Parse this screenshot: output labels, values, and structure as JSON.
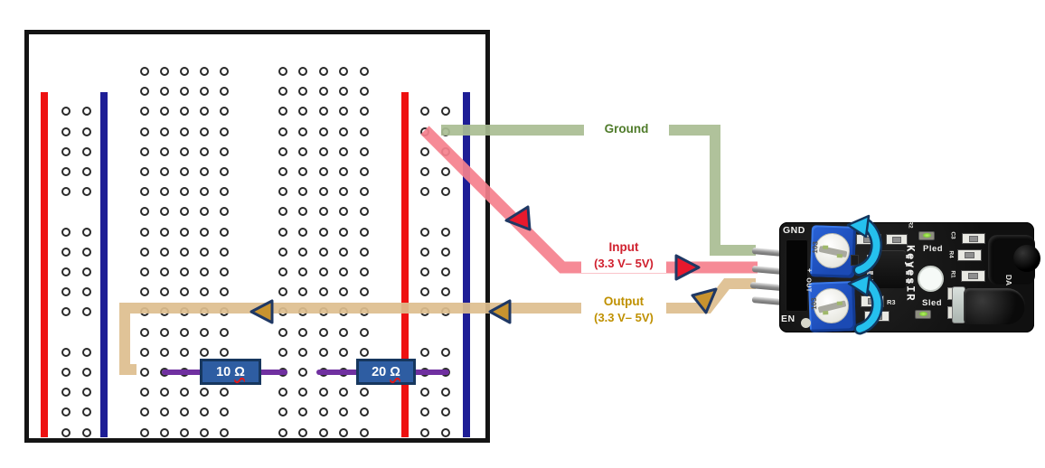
{
  "wires": {
    "ground": {
      "label": "Ground",
      "wire_color": "#a9bd92",
      "label_color": "#4f7b2a"
    },
    "input": {
      "label": "Input",
      "sublabel": "(3.3 V– 5V)",
      "wire_color": "#f5808d",
      "label_color": "#d0202e",
      "arrow_color": "#e8192d"
    },
    "output": {
      "label": "Output",
      "sublabel": "(3.3 V– 5V)",
      "wire_color": "#ddbe8e",
      "label_color": "#bf9000",
      "arrow_color": "#c8932f"
    }
  },
  "resistors": [
    {
      "value": "10",
      "unit": "Ω"
    },
    {
      "value": "20",
      "unit": "Ω"
    }
  ],
  "breadboard": {
    "positive_rail_color": "#ee1111",
    "negative_rail_color": "#1e1e96",
    "jumper_color": "#7030a0"
  },
  "sensor": {
    "pin_gnd": "GND",
    "pin_en": "EN",
    "pin_plus": "+",
    "pin_out": "OUT",
    "brand": "KeyesIR",
    "pot_marking": "103",
    "label_pled": "Pled",
    "label_sled": "Sled",
    "label_r1": "R1",
    "label_r2": "R2",
    "label_r3": "R3",
    "label_r4": "R4",
    "label_c3": "C3",
    "label_da": "DA",
    "rotation_arrow_color": "#25c0ee"
  }
}
